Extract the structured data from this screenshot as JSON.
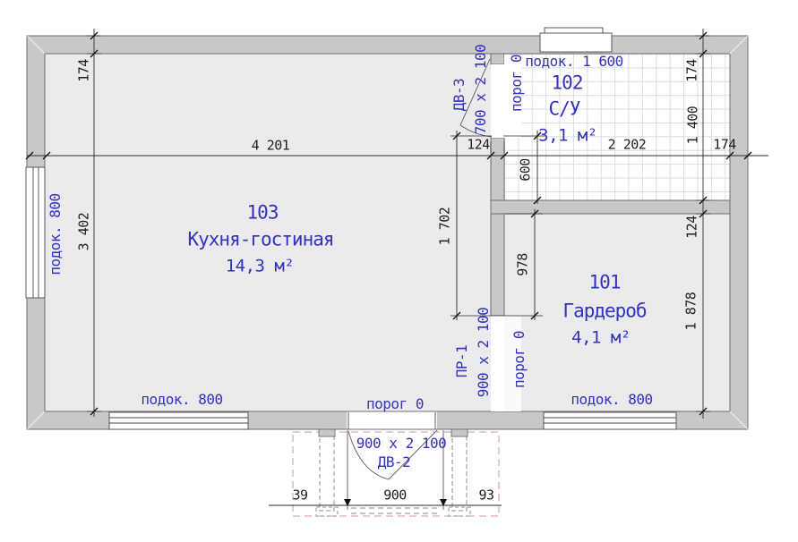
{
  "drawing": {
    "type": "floor-plan",
    "colors": {
      "accent_blue": "#3232be",
      "dim_line": "#2b2b2b",
      "wall_fill": "#c8c8c8",
      "floor_fill": "#ebebee",
      "tile_grid": "#dcdcdc",
      "porch_outline_pink": "#cc9999",
      "porch_outline_grey": "#8c8c8c"
    },
    "rooms": [
      {
        "number": "103",
        "name": "Кухня-гостиная",
        "area": "14,3 м²"
      },
      {
        "number": "102",
        "name": "С/У",
        "area": "3,1 м²"
      },
      {
        "number": "101",
        "name": "Гардероб",
        "area": "4,1 м²"
      }
    ],
    "dims": {
      "left_wall": "174",
      "left_height": "3 402",
      "top_main": "4 201",
      "top_partition": "124",
      "top_right": "2 202",
      "top_right_wall": "174",
      "right_wall_top": "174",
      "su_height": "1 400",
      "mid_partition": "124",
      "wardrobe_height": "1 878",
      "partition_103": "1 702",
      "su_west": "600",
      "wardrobe_partition": "978",
      "porch_left": "39",
      "entry_width": "900",
      "porch_right": "93"
    },
    "labels": {
      "sill_left": "подок. 800",
      "sill_top": "подок. 1 600",
      "sill_bottom_left": "подок. 800",
      "sill_bottom_right": "подок. 800",
      "threshold_su": "порог 0",
      "threshold_pr": "порог 0",
      "threshold_entry": "порог 0",
      "door_su_code": "ДВ-3",
      "door_su_size": "700 х 2 100",
      "opening_code": "ПР-1",
      "opening_size": "900 х 2 100",
      "door_entry_code": "ДВ-2",
      "door_entry_size": "900 х 2 100"
    }
  }
}
